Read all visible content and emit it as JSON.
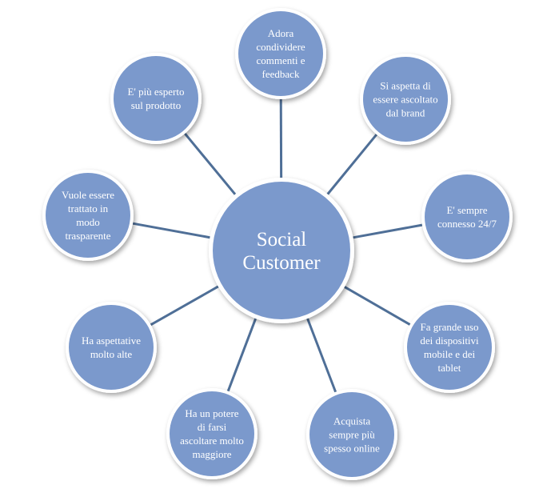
{
  "center": {
    "lines": [
      "Social",
      "Customer"
    ]
  },
  "nodes": [
    {
      "id": "condividere",
      "lines": [
        "Adora",
        "condividere",
        "commenti e",
        "feedback"
      ]
    },
    {
      "id": "ascoltato",
      "lines": [
        "Si aspetta di",
        "essere ascoltato",
        "dal brand"
      ]
    },
    {
      "id": "connesso",
      "lines": [
        "E' sempre",
        "connesso 24/7"
      ]
    },
    {
      "id": "dispositivi",
      "lines": [
        "Fa grande uso",
        "dei dispositivi",
        "mobile e dei",
        "tablet"
      ]
    },
    {
      "id": "online",
      "lines": [
        "Acquista",
        "sempre più",
        "spesso online"
      ]
    },
    {
      "id": "potere",
      "lines": [
        "Ha un potere",
        "di farsi",
        "ascoltare molto",
        "maggiore"
      ]
    },
    {
      "id": "aspettative",
      "lines": [
        "Ha aspettative",
        "molto alte"
      ]
    },
    {
      "id": "trasparente",
      "lines": [
        "Vuole essere",
        "trattato in",
        "modo",
        "trasparente"
      ]
    },
    {
      "id": "esperto",
      "lines": [
        "E' più esperto",
        "sul prodotto"
      ]
    }
  ],
  "colors": {
    "circle": "#7b99cc",
    "ring": "#ffffff",
    "connector": "#4f6f97",
    "text": "#ffffff"
  }
}
